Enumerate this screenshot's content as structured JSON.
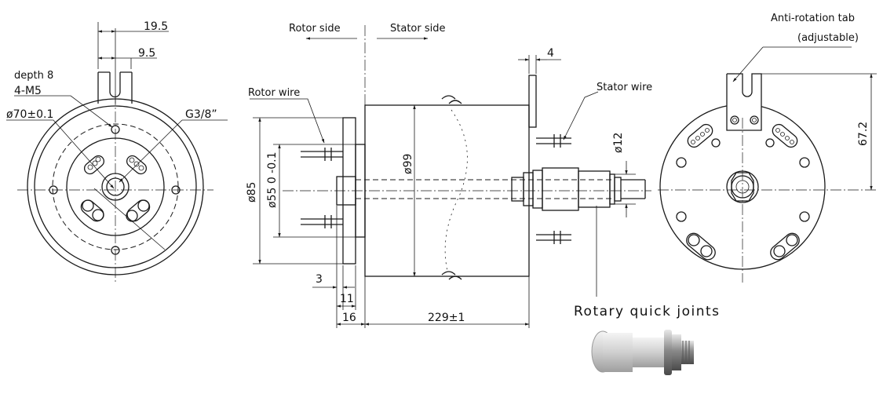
{
  "labels": {
    "rotor_side": "Rotor side",
    "stator_side": "Stator side",
    "rotor_wire": "Rotor wire",
    "stator_wire": "Stator wire",
    "anti_rotation_tab": "Anti-rotation tab",
    "adjustable": "(adjustable)",
    "rotary_quick_joints": "Rotary quick joints"
  },
  "dims": {
    "d19_5": "19.5",
    "d9_5": "9.5",
    "depth": "depth 8",
    "m5": "4-M5",
    "phi70": "ø70±0.1",
    "g38": "G3/8”",
    "d4": "4",
    "phi85": "ø85",
    "phi55": "ø55 0 -0.1",
    "phi99": "ø99",
    "phi12": "ø12",
    "d3": "3",
    "d11": "11",
    "d16": "16",
    "d229": "229±1",
    "d67_2": "67.2"
  }
}
